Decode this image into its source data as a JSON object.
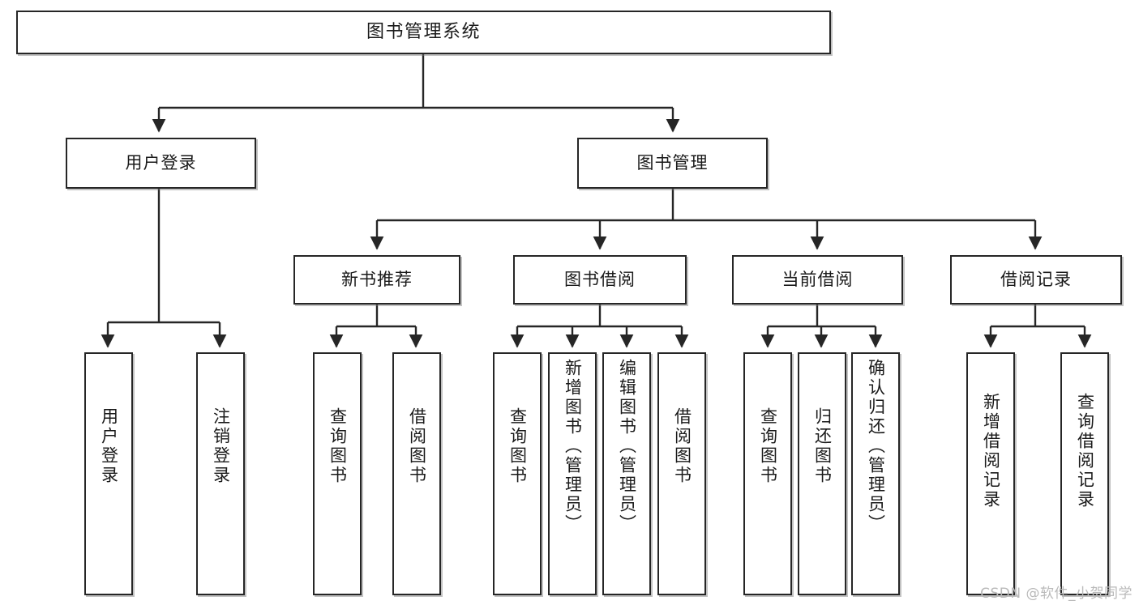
{
  "diagram": {
    "title": "图书管理系统",
    "type": "tree",
    "orientation": "top-down",
    "colors": {
      "box_border": "#262626",
      "box_fill": "#ffffff",
      "edge": "#262626",
      "text": "#1a1a1a",
      "watermark": "#b9b9b9",
      "background": "#ffffff"
    },
    "watermark": "CSDN @软件_小贺同学"
  },
  "nodes": {
    "root": {
      "id": "root",
      "label": "图书管理系统",
      "level": 0
    },
    "level1": [
      {
        "id": "user-login",
        "label": "用户登录",
        "level": 1
      },
      {
        "id": "book-manage",
        "label": "图书管理",
        "level": 1
      }
    ],
    "level2": [
      {
        "id": "new-book-recommend",
        "label": "新书推荐",
        "level": 2,
        "parent": "book-manage"
      },
      {
        "id": "book-borrow",
        "label": "图书借阅",
        "level": 2,
        "parent": "book-manage"
      },
      {
        "id": "current-borrow",
        "label": "当前借阅",
        "level": 2,
        "parent": "book-manage"
      },
      {
        "id": "borrow-record",
        "label": "借阅记录",
        "level": 2,
        "parent": "book-manage"
      }
    ],
    "leaves": [
      {
        "id": "leaf-user-login",
        "label": "用户登录",
        "parent": "user-login"
      },
      {
        "id": "leaf-logout",
        "label": "注销登录",
        "parent": "user-login"
      },
      {
        "id": "leaf-query-book-1",
        "label": "查询图书",
        "parent": "new-book-recommend"
      },
      {
        "id": "leaf-borrow-book-1",
        "label": "借阅图书",
        "parent": "new-book-recommend"
      },
      {
        "id": "leaf-query-book-2",
        "label": "查询图书",
        "parent": "book-borrow"
      },
      {
        "id": "leaf-add-book",
        "label": "新增图书（管理员）",
        "parent": "book-borrow"
      },
      {
        "id": "leaf-edit-book",
        "label": "编辑图书（管理员）",
        "parent": "book-borrow"
      },
      {
        "id": "leaf-borrow-book-2",
        "label": "借阅图书",
        "parent": "book-borrow"
      },
      {
        "id": "leaf-query-book-3",
        "label": "查询图书",
        "parent": "current-borrow"
      },
      {
        "id": "leaf-return-book",
        "label": "归还图书",
        "parent": "current-borrow"
      },
      {
        "id": "leaf-confirm-return",
        "label": "确认归还（管理员）",
        "parent": "current-borrow"
      },
      {
        "id": "leaf-add-record",
        "label": "新增借阅记录",
        "parent": "borrow-record"
      },
      {
        "id": "leaf-query-record",
        "label": "查询借阅记录",
        "parent": "borrow-record"
      }
    ]
  },
  "chart_data": {
    "type": "tree",
    "title": "图书管理系统",
    "edges": [
      [
        "图书管理系统",
        "用户登录"
      ],
      [
        "图书管理系统",
        "图书管理"
      ],
      [
        "用户登录",
        "用户登录"
      ],
      [
        "用户登录",
        "注销登录"
      ],
      [
        "图书管理",
        "新书推荐"
      ],
      [
        "图书管理",
        "图书借阅"
      ],
      [
        "图书管理",
        "当前借阅"
      ],
      [
        "图书管理",
        "借阅记录"
      ],
      [
        "新书推荐",
        "查询图书"
      ],
      [
        "新书推荐",
        "借阅图书"
      ],
      [
        "图书借阅",
        "查询图书"
      ],
      [
        "图书借阅",
        "新增图书（管理员）"
      ],
      [
        "图书借阅",
        "编辑图书（管理员）"
      ],
      [
        "图书借阅",
        "借阅图书"
      ],
      [
        "当前借阅",
        "查询图书"
      ],
      [
        "当前借阅",
        "归还图书"
      ],
      [
        "当前借阅",
        "确认归还（管理员）"
      ],
      [
        "借阅记录",
        "新增借阅记录"
      ],
      [
        "借阅记录",
        "查询借阅记录"
      ]
    ]
  }
}
